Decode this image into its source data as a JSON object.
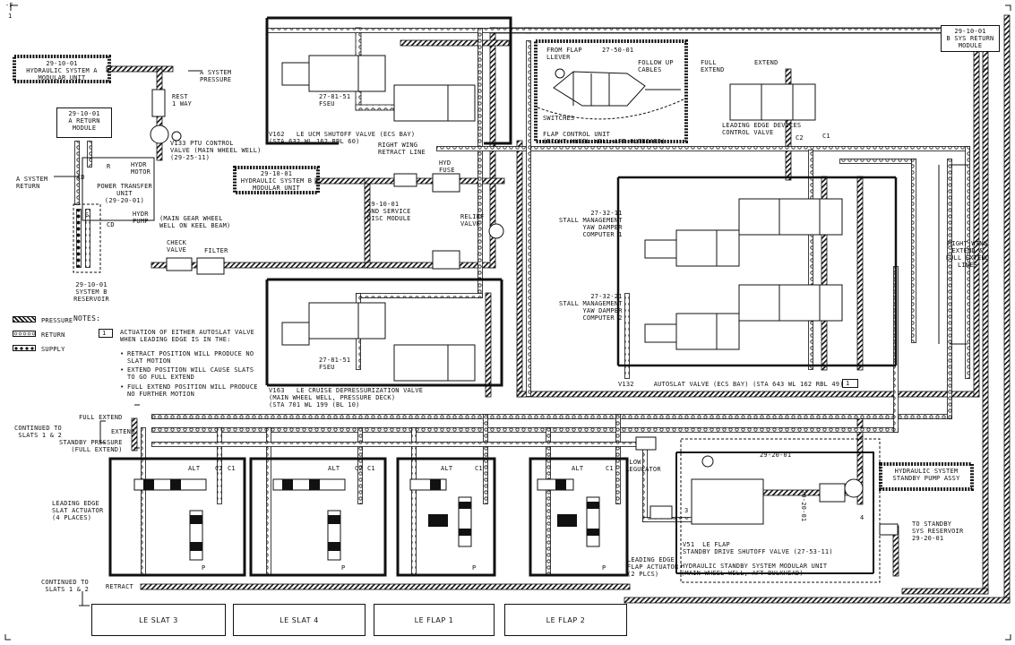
{
  "corner": {
    "top_left": "-F",
    "page_index": "1"
  },
  "blocks": {
    "sys_a_modular": "29-10-01\nHYDRAULIC SYSTEM A\nMODULAR UNIT",
    "a_return_module": "29-10-01\nA RETURN\nMODULE",
    "sys_b_modular": "29-10-01\nHYDRAULIC SYSTEM B\nMODULAR UNIT",
    "b_sys_return": "29-10-01\nB SYS RETURN\nMODULE",
    "pump_assy": "HYDRAULIC SYSTEM\nSTANDBY PUMP ASSY",
    "standby_module_title": "29-20-01"
  },
  "labels": {
    "a_system_pressure": "A SYSTEM\nPRESSURE",
    "rest_1_way": "REST\n1 WAY",
    "ptu_control_valve": "V133 PTU CONTROL\nVALVE (MAIN WHEEL WELL)\n(29-25-11)",
    "a_system_return": "A SYSTEM\nRETURN",
    "ptu": "POWER TRANSFER\nUNIT\n(29-20-01)",
    "hydr_motor": "HYDR\nMOTOR",
    "hydr_pump": "HYDR\nPUMP",
    "ptu_location": "(MAIN GEAR WHEEL\nWELL ON KEEL BEAM)",
    "port_r": "R",
    "port_cd1": "CD",
    "port_s": "S",
    "port_cd2": "CD",
    "check_valve": "CHECK\nVALVE",
    "filter": "FILTER",
    "sys_b_reservoir": "29-10-01\nSYSTEM B\nRESERVOIR",
    "gnd_service": "29-10-01\nGND SERVICE\nDISC MODULE",
    "hyd_fuse": "HYD\nFUSE",
    "relief_valve": "RELIEF\nVALVE",
    "right_wing_retract": "RIGHT WING\nRETRACT LINE",
    "fseu_1": "27-81-51\nFSEU",
    "fseu_2": "27-81-51\nFSEU",
    "v162": "V162   LE UCM SHUTOFF VALVE (ECS BAY)\n(STA 632 WL 162 RBL 60)",
    "v163": "V163   LE CRUISE DEPRESSURIZATION VALVE\n(MAIN WHEEL WELL, PRESSURE DECK)\n(STA 701 WL 199 (BL 10)",
    "flap_lever": "FROM FLAP\nLLEVER",
    "ref_27_50_01": "27-50-01",
    "follow_up": "FOLLOW UP\nCABLES",
    "switches": "SWITCHES",
    "flap_control_unit": "FLAP CONTROL UNIT\n(RIGHT WHEEL WELL-AFT OUTBOARD)",
    "full_extend_top": "FULL\nEXTEND",
    "extend_top": "EXTEND",
    "ledcv": "LEADING EDGE DEVICES\nCONTROL VALVE",
    "c2": "C2",
    "c1": "C1",
    "smyd1": "27-32-11\nSTALL MANAGEMENT\nYAW DAMPER\nCOMPUTER 1",
    "smyd2": "27-32-21\nSTALL MANAGEMENT\nYAW DAMPER\nCOMPUTER 2",
    "right_wing_lines": "RIGHT WING\nEXTEND &\nFULL EXTEND\nLINES",
    "v132": "V132     AUTOSLAT VALVE (ECS BAY) (STA 643 WL 162 RBL 49)",
    "note_flag": "1",
    "continued_top": "CONTINUED TO\nSLATS 1 & 2",
    "full_extend_line": "FULL EXTEND",
    "extend_line": "EXTEND",
    "standby_pressure": "STANDBY PRESSURE\n(FULL EXTEND)",
    "flow_regulator": "FLOW\nREGULATOR",
    "le_slat_actuator": "LEADING EDGE\nSLAT ACTUATOR\n(4 PLACES)",
    "le_flap_actuator": "LEADING EDGE\nFLAP ACTUATOR\n(2 PLCS)",
    "alt": "ALT",
    "p": "P",
    "continued_bottom": "CONTINUED TO\nSLATS 1 & 2",
    "retract": "RETRACT",
    "v51": "V51  LE FLAP\nSTANDBY DRIVE SHUTOFF VALVE (27-53-11)",
    "standby_unit": "HYDRAULIC STANDBY SYSTEM MODULAR UNIT\n(MAIN WHEEL WELL, AFT BULKHEAD)",
    "to_standby_res": "TO STANDBY\nSYS RESERVOIR\n29-20-01",
    "ref_29_20_01_v": "29-20-01",
    "port_1": "1",
    "port_3": "3",
    "port_4": "4"
  },
  "legend": {
    "pressure": "PRESSURE",
    "return": "RETURN",
    "supply": "SUPPLY"
  },
  "notes": {
    "heading": "NOTES:",
    "flag": "1",
    "intro": "ACTUATION OF EITHER AUTOSLAT VALVE\nWHEN LEADING EDGE IS IN THE:",
    "items": [
      "RETRACT POSITION WILL PRODUCE NO\nSLAT MOTION",
      "EXTEND POSITION WILL CAUSE SLATS\nTO GO FULL EXTEND",
      "FULL EXTEND POSITION WILL PRODUCE\nNO FURTHER MOTION"
    ]
  },
  "surfaces": [
    "LE SLAT 3",
    "LE SLAT 4",
    "LE FLAP 1",
    "LE FLAP 2"
  ]
}
